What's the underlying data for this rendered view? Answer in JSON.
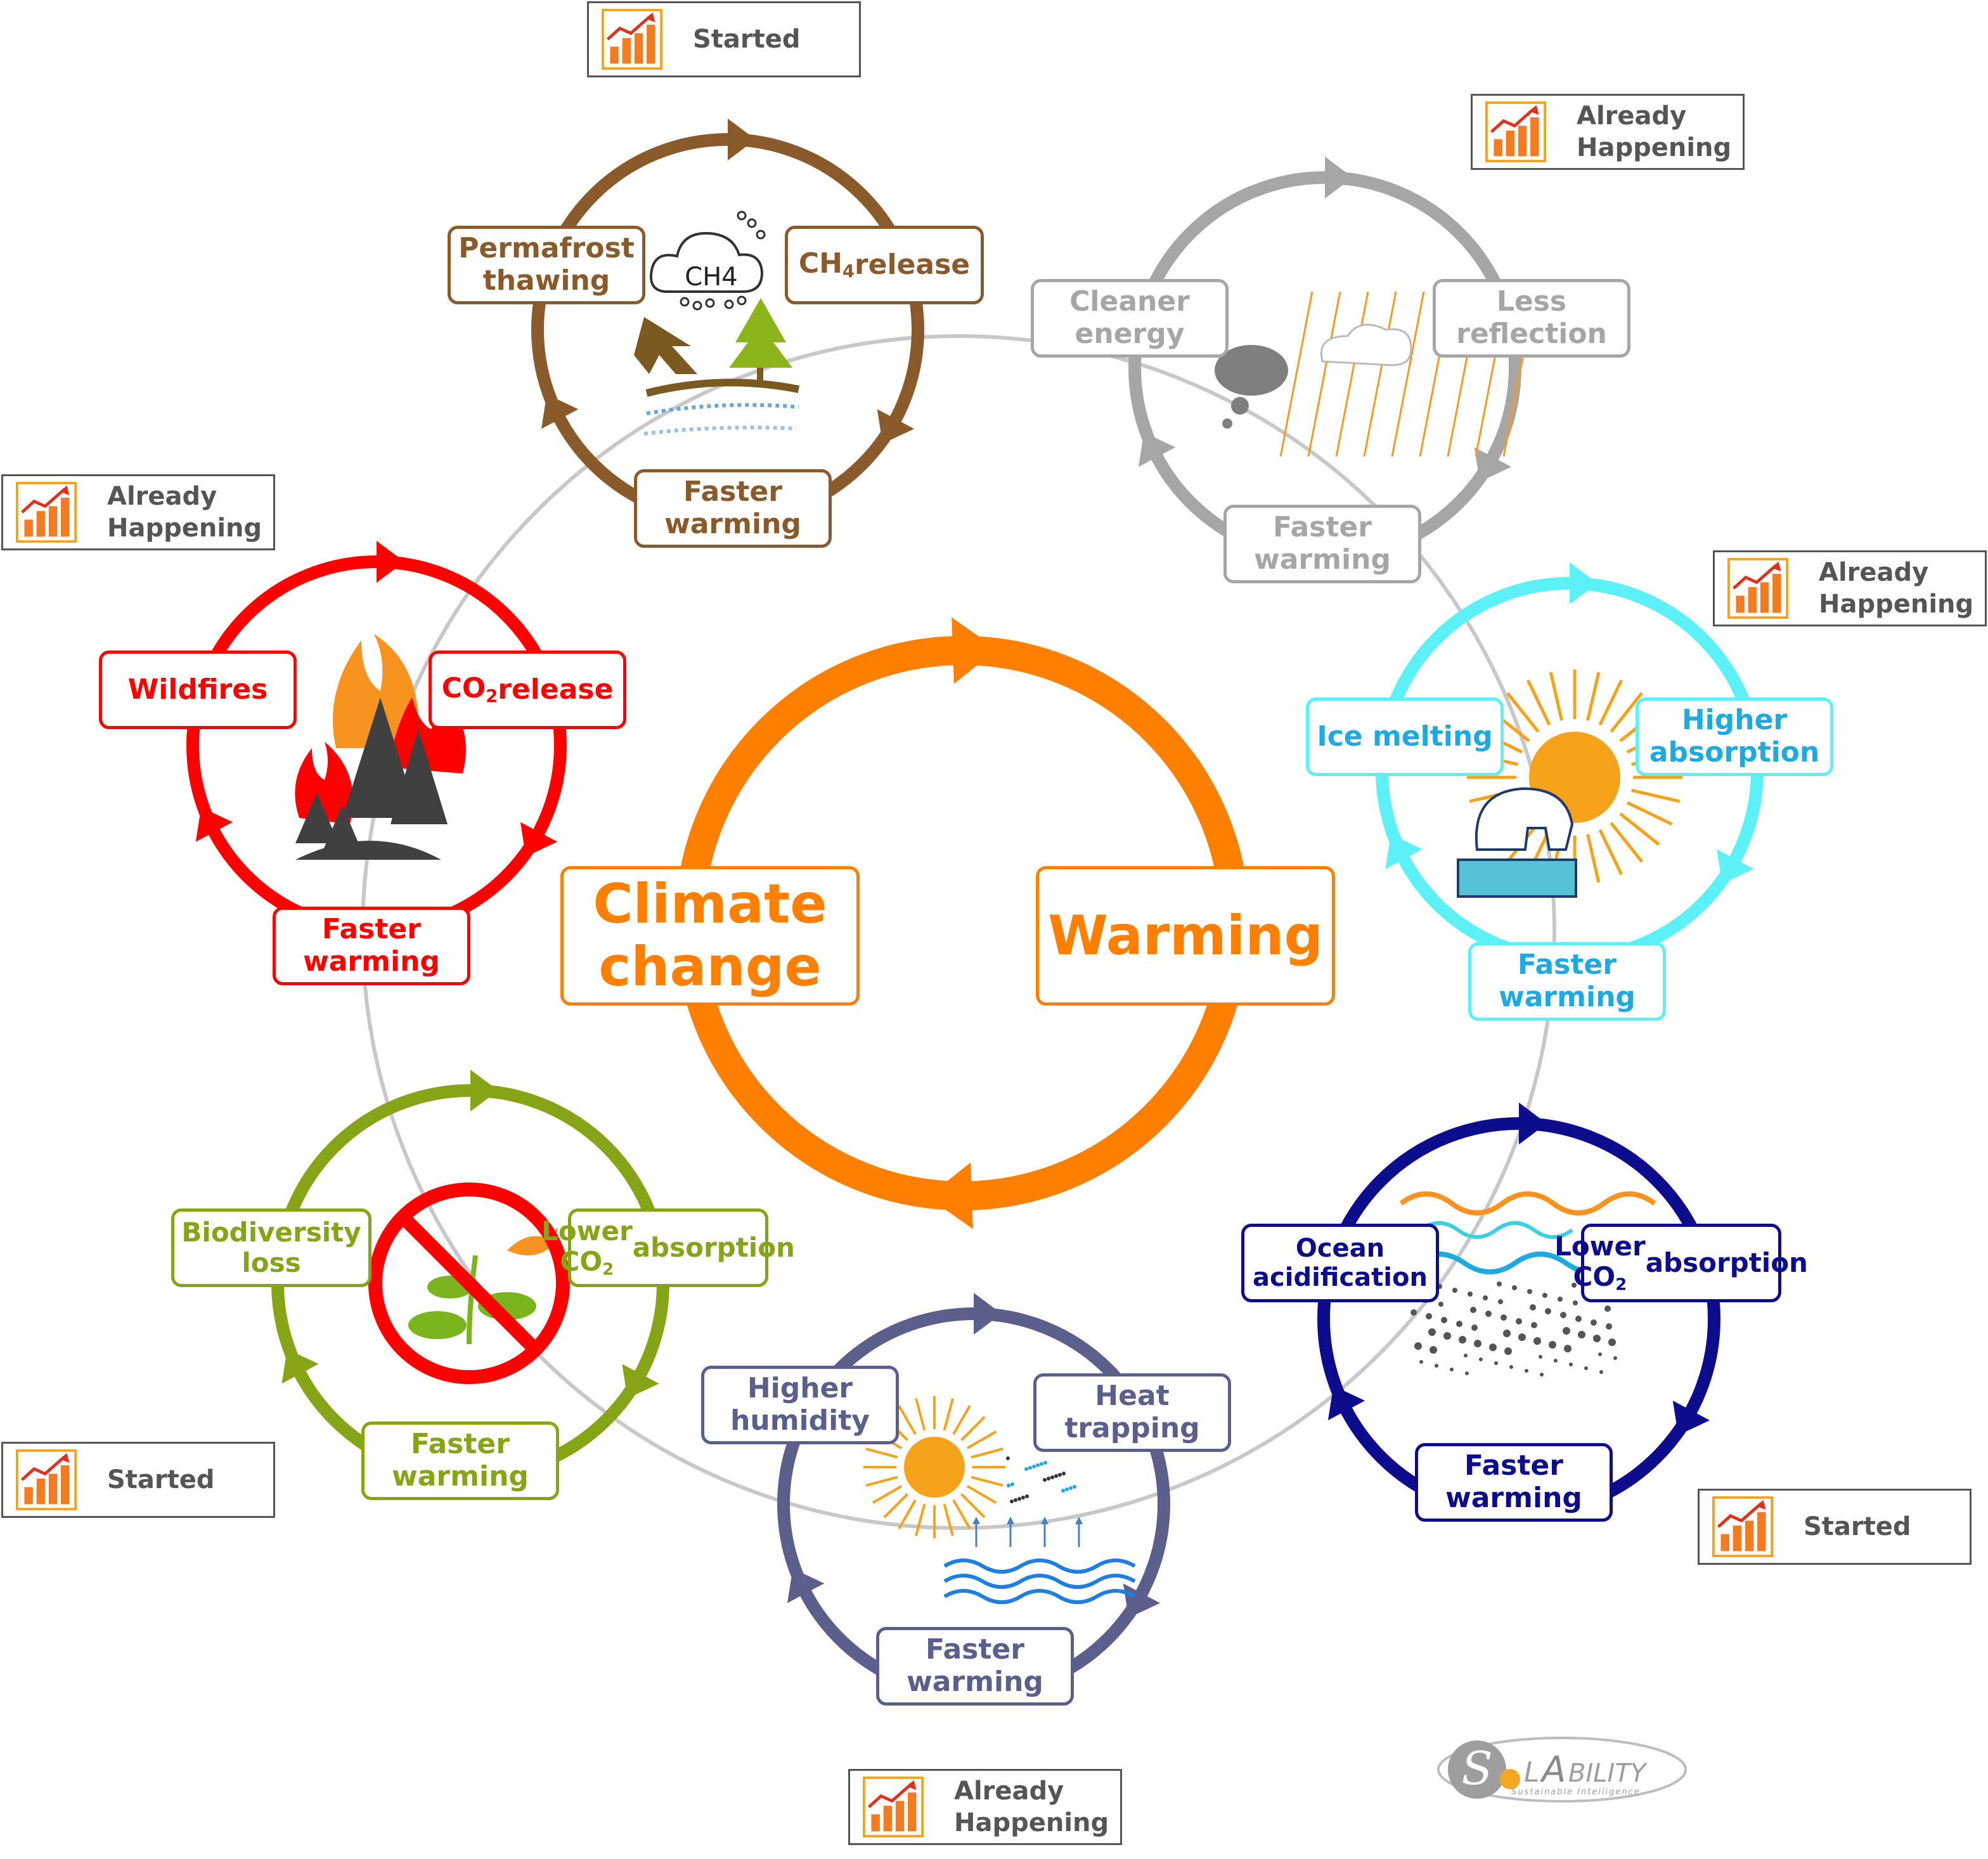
{
  "center": {
    "left_label": "Climate\nchange",
    "right_label": "Warming",
    "color": "#ff8000"
  },
  "cycles": [
    {
      "id": "permafrost",
      "color": "#8b5a2b",
      "labels": [
        "Permafrost\nthawing",
        "CH4\nrelease",
        "Faster\nwarming"
      ],
      "icon_text": "CH4",
      "status": "Started"
    },
    {
      "id": "reflection",
      "color": "#a6a6a6",
      "labels": [
        "Cleaner\nenergy",
        "Less\nreflection",
        "Faster\nwarming"
      ],
      "status": "Already\nHappening"
    },
    {
      "id": "ice",
      "color": "#5cf0f7",
      "text_color": "#1fa9e1",
      "labels": [
        "Ice melting",
        "Higher\nabsorption",
        "Faster\nwarming"
      ],
      "status": "Already\nHappening"
    },
    {
      "id": "ocean",
      "color": "#0c0c8c",
      "labels": [
        "Ocean\nacidification",
        "Lower CO2\nabsorption",
        "Faster\nwarming"
      ],
      "status": "Started"
    },
    {
      "id": "humidity",
      "color": "#5c5e8c",
      "labels": [
        "Higher\nhumidity",
        "Heat\ntrapping",
        "Faster\nwarming"
      ],
      "status": "Already\nHappening"
    },
    {
      "id": "biodiversity",
      "color": "#86a416",
      "labels": [
        "Biodiversity\nloss",
        "Lower CO2\nabsorption",
        "Faster\nwarming"
      ],
      "status": "Started"
    },
    {
      "id": "wildfires",
      "color": "#ff0000",
      "labels": [
        "Wildfires",
        "CO2\nrelease",
        "Faster\nwarming"
      ],
      "status": "Already\nHappening"
    }
  ],
  "logo": {
    "text": "SolAbility",
    "tagline": "Sustainable Intelligence"
  },
  "icon_names": [
    "bar-chart-icon",
    "ch4-cloud-icon",
    "sun-icon",
    "polar-bear-icon",
    "fire-icon",
    "tree-icon",
    "no-plant-icon",
    "waves-icon"
  ]
}
